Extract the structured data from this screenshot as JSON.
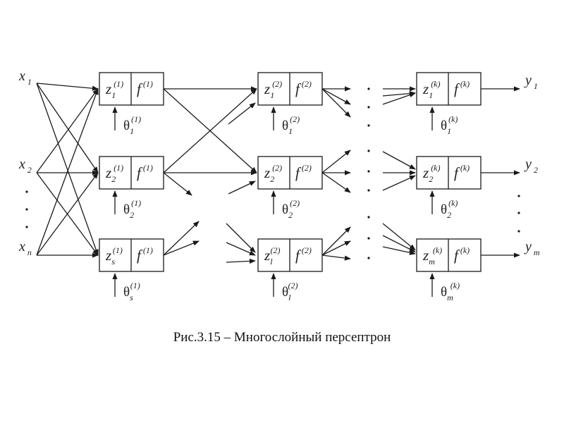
{
  "caption": "Рис.3.15 – Многослойный персептрон",
  "colors": {
    "stroke": "#1a1a1a",
    "text": "#222222",
    "background": "#ffffff"
  },
  "inputs": [
    {
      "base": "x",
      "sub": "1"
    },
    {
      "base": "x",
      "sub": "2"
    },
    {
      "base": "x",
      "sub": "n"
    }
  ],
  "outputs": [
    {
      "base": "y",
      "sub": "1"
    },
    {
      "base": "y",
      "sub": "2"
    },
    {
      "base": "y",
      "sub": "m"
    }
  ],
  "layers": [
    {
      "neurons": [
        {
          "z_sub": "1",
          "sup": "(1)",
          "f": "f",
          "f_sup": "(1)",
          "theta": "θ",
          "theta_sub": "1",
          "theta_sup": "(1)"
        },
        {
          "z_sub": "2",
          "sup": "(1)",
          "f": "f",
          "f_sup": "(1)",
          "theta": "θ",
          "theta_sub": "2",
          "theta_sup": "(1)"
        },
        {
          "z_sub": "s",
          "sup": "(1)",
          "f": "f",
          "f_sup": "(1)",
          "theta": "θ",
          "theta_sub": "s",
          "theta_sup": "(1)"
        }
      ]
    },
    {
      "neurons": [
        {
          "z_sub": "1",
          "sup": "(2)",
          "f": "f",
          "f_sup": "(2)",
          "theta": "θ",
          "theta_sub": "1",
          "theta_sup": "(2)"
        },
        {
          "z_sub": "2",
          "sup": "(2)",
          "f": "f",
          "f_sup": "(2)",
          "theta": "θ",
          "theta_sub": "2",
          "theta_sup": "(2)"
        },
        {
          "z_sub": "l",
          "sup": "(2)",
          "f": "f",
          "f_sup": "(2)",
          "theta": "θ",
          "theta_sub": "l",
          "theta_sup": "(2)"
        }
      ]
    },
    {
      "neurons": [
        {
          "z_sub": "1",
          "sup": "(k)",
          "f": "f",
          "f_sup": "(k)",
          "theta": "θ",
          "theta_sub": "1",
          "theta_sup": "(k)"
        },
        {
          "z_sub": "2",
          "sup": "(k)",
          "f": "f",
          "f_sup": "(k)",
          "theta": "θ",
          "theta_sub": "2",
          "theta_sup": "(k)"
        },
        {
          "z_sub": "m",
          "sup": "(k)",
          "f": "f",
          "f_sup": "(k)",
          "theta": "θ",
          "theta_sub": "m",
          "theta_sup": "(k)"
        }
      ]
    }
  ]
}
